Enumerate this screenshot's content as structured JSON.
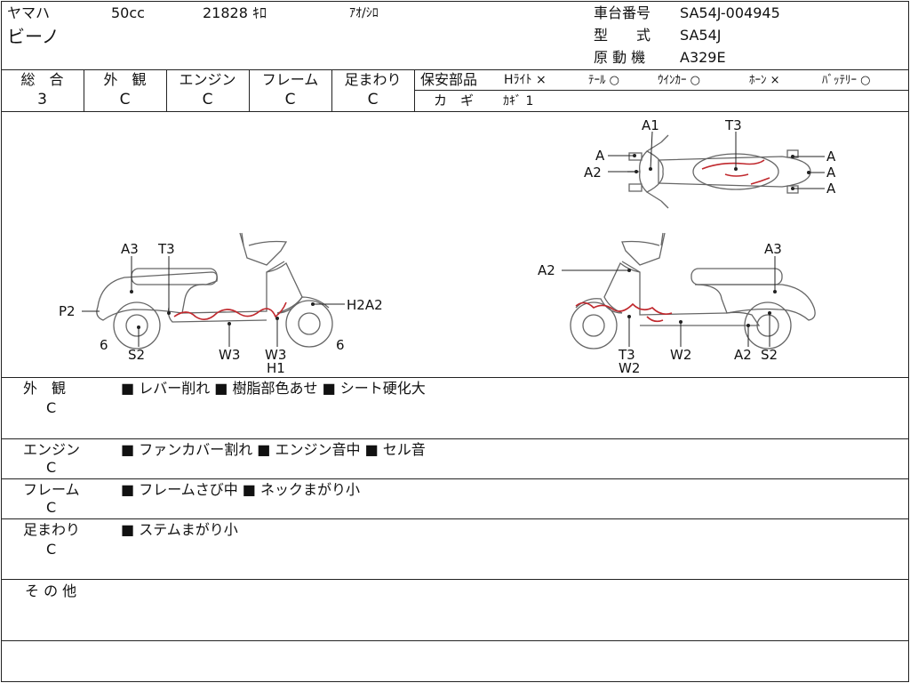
{
  "header": {
    "maker": "ヤマハ",
    "cc": "50cc",
    "mileage": "21828 ｷﾛ",
    "color": "ｱｵ/ｼﾛ",
    "model_name": "ビーノ",
    "frame_label": "車台番号",
    "frame_value": "SA54J-004945",
    "type_label": "型　　式",
    "type_value": "SA54J",
    "engine_label": "原 動 機",
    "engine_value": "A329E"
  },
  "grades": {
    "total_label": "総　合",
    "total_value": "3",
    "exterior_label": "外　観",
    "exterior_value": "C",
    "engine_label": "エンジン",
    "engine_value": "C",
    "frame_label": "フレーム",
    "frame_value": "C",
    "suspension_label": "足まわり",
    "suspension_value": "C"
  },
  "safety": {
    "label": "保安部品",
    "headlight": "Hﾗｲﾄ ×",
    "tail": "ﾃｰﾙ ○",
    "winker": "ｳｲﾝｶｰ ○",
    "horn": "ﾎｰﾝ ×",
    "battery": "ﾊﾞｯﾃﾘｰ ○",
    "key_label": "カ　ギ",
    "key_value": "ｶｷﾞ 1"
  },
  "diagram_labels": {
    "top_a1": "A1",
    "top_t3": "T3",
    "top_a_left": "A",
    "top_a2_left": "A2",
    "top_a_r1": "A",
    "top_a_r2": "A",
    "top_a_r3": "A",
    "l_a3": "A3",
    "l_t3": "T3",
    "l_p2": "P2",
    "l_6a": "6",
    "l_s2": "S2",
    "l_w3a": "W3",
    "l_w3b": "W3",
    "l_h1": "H1",
    "l_h2a2": "H2A2",
    "l_6b": "6",
    "r_a2": "A2",
    "r_a3": "A3",
    "r_t3": "T3",
    "r_w2a": "W2",
    "r_w2b": "W2",
    "r_a2b": "A2",
    "r_s2": "S2"
  },
  "sections": [
    {
      "label": "外　観",
      "grade": "C",
      "notes": "■ レバー削れ ■ 樹脂部色あせ ■ シート硬化大"
    },
    {
      "label": "エンジン",
      "grade": "C",
      "notes": "■ ファンカバー割れ ■ エンジン音中 ■ セル音"
    },
    {
      "label": "フレーム",
      "grade": "C",
      "notes": "■ フレームさび中 ■ ネックまがり小"
    },
    {
      "label": "足まわり",
      "grade": "C",
      "notes": "■ ステムまがり小"
    },
    {
      "label": "そ の 他",
      "grade": "",
      "notes": ""
    }
  ],
  "colors": {
    "line": "#222222",
    "damage": "#c0282d"
  }
}
